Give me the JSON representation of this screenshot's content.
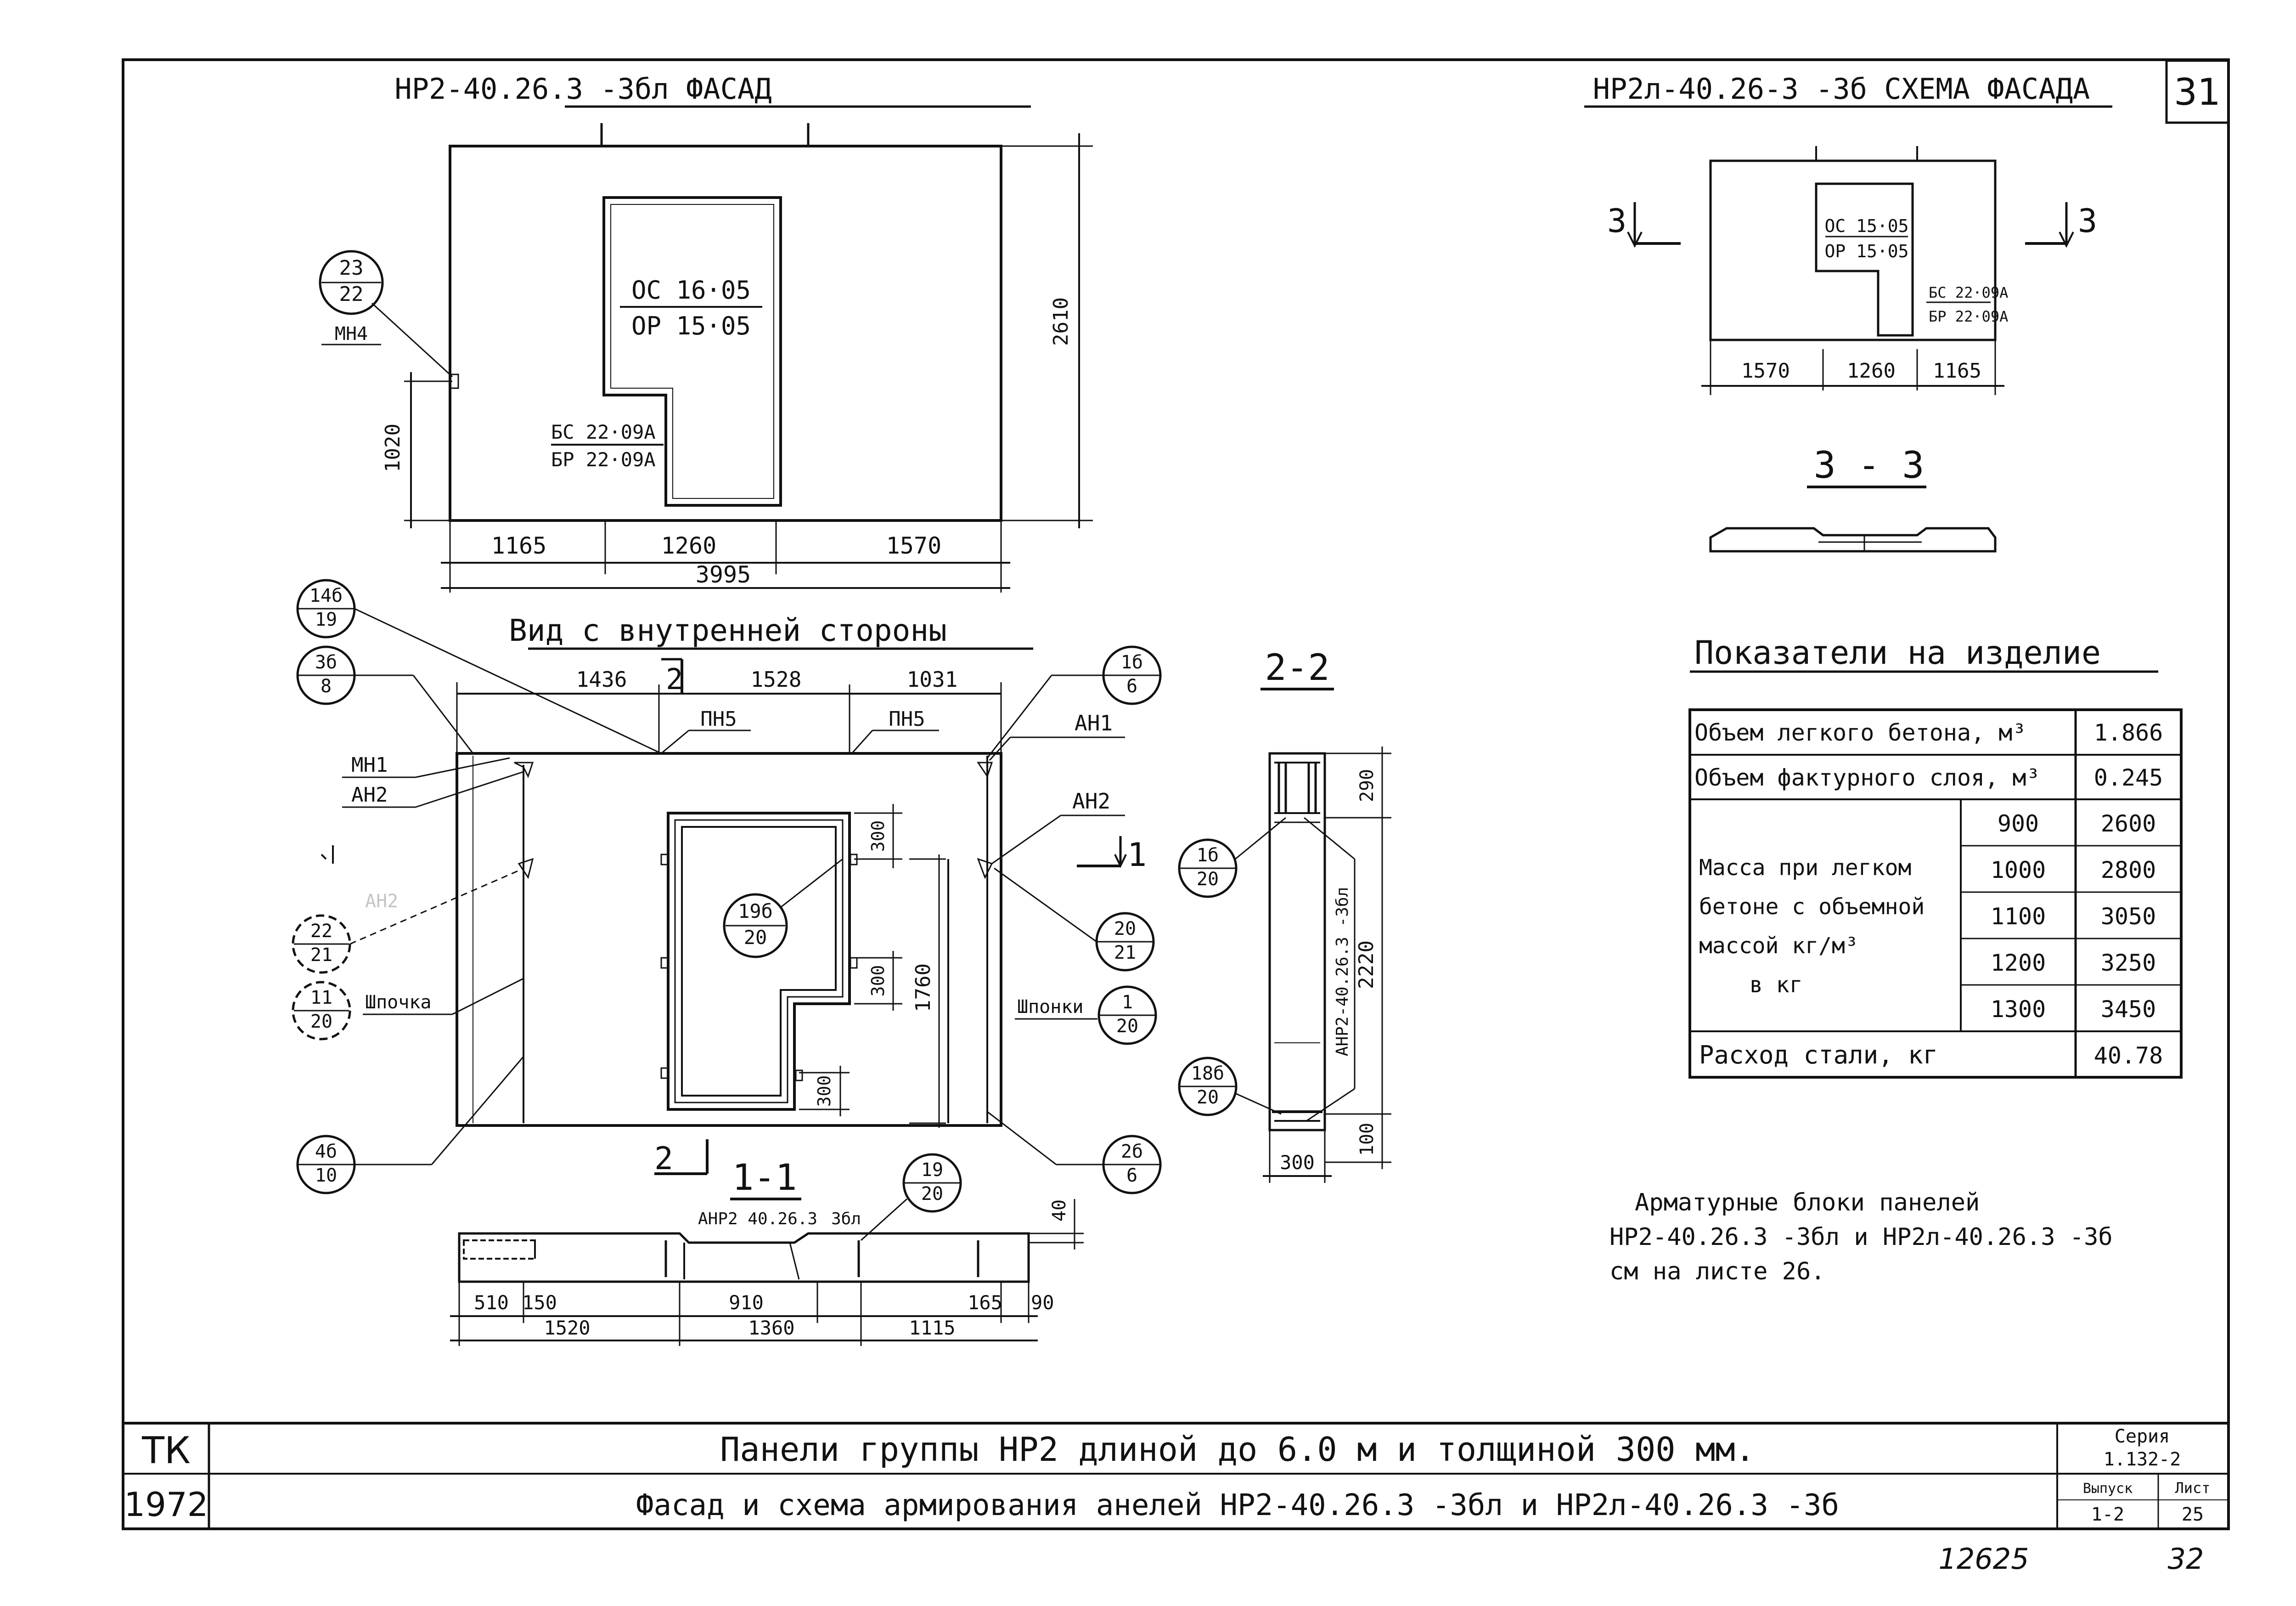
{
  "sheet_no": "31",
  "facade": {
    "title": "НР2-40.26.3 -3бл ФАСАД",
    "opening_top": "ОС 16·05",
    "opening_bottom": "ОР 15·05",
    "door_top": "БС 22·09А",
    "door_bottom": "БР 22·09А",
    "dim_height": "2610",
    "dim_sill": "1020",
    "dim_1": "1165",
    "dim_2": "1260",
    "dim_3": "1570",
    "dim_total": "3995",
    "callout_num": "23",
    "callout_den": "22",
    "callout_tag": "МН4"
  },
  "scheme": {
    "title": "НР2л-40.26-3 -3б СХЕМА ФАСАДА",
    "op_top": "ОС 15·05",
    "op_bottom": "ОР 15·05",
    "door_top": "БС 22·09А",
    "door_bottom": "БР 22·09А",
    "dim_1": "1570",
    "dim_2": "1260",
    "dim_3": "1165",
    "cut_label": "3",
    "section_title": "3 - 3"
  },
  "inner": {
    "title": "Вид с внутренней стороны",
    "dim_a": "1436",
    "dim_b": "1528",
    "dim_c": "1031",
    "cut_marker": "2",
    "cut_marker_right": "1",
    "pn5_a": "ПН5",
    "pn5_b": "ПН5",
    "mn1": "МН1",
    "an2_left": "АН2",
    "an1": "АН1",
    "an2_right": "АН2",
    "shponka_left": "Шпочка",
    "shponka_right": "Шпонки",
    "dim_300_a": "300",
    "dim_300_b": "300",
    "dim_300_c": "300",
    "dim_1760": "1760",
    "faint_label": "АН2",
    "callouts": [
      {
        "num": "14б",
        "den": "19"
      },
      {
        "num": "3б",
        "den": "8"
      },
      {
        "num": "1б",
        "den": "6"
      },
      {
        "num": "19б",
        "den": "20"
      },
      {
        "num": "20",
        "den": "21"
      },
      {
        "num": "22",
        "den": "21"
      },
      {
        "num": "11",
        "den": "20"
      },
      {
        "num": "1",
        "den": "20"
      },
      {
        "num": "4б",
        "den": "10"
      },
      {
        "num": "2б",
        "den": "6"
      }
    ]
  },
  "section_11": {
    "title": "1-1",
    "marker": "2",
    "label_left": "АНР2 40.26.3",
    "label_right": "3бл",
    "dims_top": [
      "510",
      "150",
      "910",
      "165",
      "90"
    ],
    "dims_bottom": [
      "1520",
      "1360",
      "1115"
    ],
    "dim_40": "40",
    "callout": {
      "num": "19",
      "den": "20"
    }
  },
  "section_22": {
    "title": "2-2",
    "vertical_label": "АНР2-40.26.3 -3бл",
    "dim_290": "290",
    "dim_2220": "2220",
    "dim_100": "100",
    "dim_300": "300",
    "callout_a": {
      "num": "1б",
      "den": "20"
    },
    "callout_b": {
      "num": "18б",
      "den": "20"
    }
  },
  "indicators": {
    "title": "Показатели на изделие",
    "row_volume_light": "Объем легкого бетона, м³",
    "val_volume_light": "1.866",
    "row_volume_face": "Объем фактурного слоя, м³",
    "val_volume_face": "0.245",
    "mass_label_lines": [
      "Масса при легком",
      "бетоне с объемной",
      "массой кг/м³",
      "в кг"
    ],
    "densities": [
      "900",
      "1000",
      "1100",
      "1200",
      "1300"
    ],
    "masses": [
      "2600",
      "2800",
      "3050",
      "3250",
      "3450"
    ],
    "row_steel": "Расход стали, кг",
    "val_steel": "40.78"
  },
  "note_lines": [
    "Арматурные блоки панелей",
    "НР2-40.26.3 -3бл и НР2л-40.26.3 -3б",
    "см на листе 26."
  ],
  "title_block": {
    "tk": "ТК",
    "year": "1972",
    "line1": "Панели группы НР2 длиной до 6.0 м и толщиной 300 мм.",
    "line2": "Фасад и схема армирования анелей НР2-40.26.3 -3бл и НР2л-40.26.3 -3б",
    "series_label": "Серия",
    "series_value": "1.132-2",
    "issue_label": "Выпуск",
    "issue_value": "1-2",
    "sheet_label": "Лист",
    "sheet_value": "25"
  },
  "handwritten": {
    "left": "12625",
    "right": "32"
  }
}
